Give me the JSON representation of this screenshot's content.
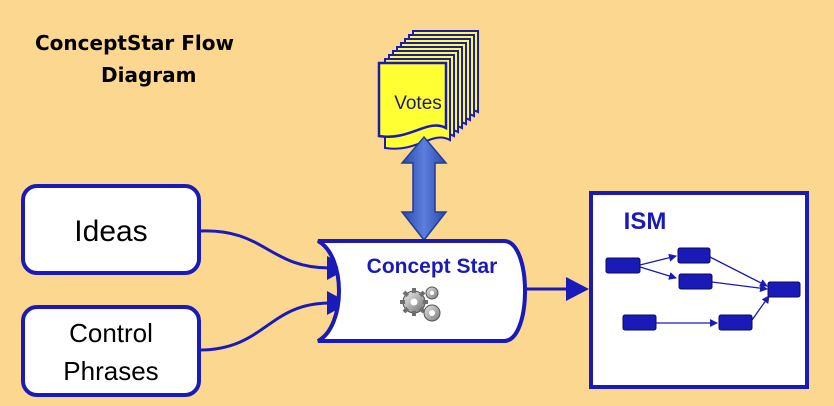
{
  "title": {
    "line1": "ConceptStar Flow",
    "line2": "Diagram"
  },
  "nodes": {
    "ideas": "Ideas",
    "control_phrases_line1": "Control",
    "control_phrases_line2": "Phrases",
    "votes": "Votes",
    "concept_star": "Concept Star",
    "ism": "ISM"
  },
  "icons": {
    "concept_star": "gears-icon"
  },
  "colors": {
    "background": "#FBD78F",
    "node_border": "#1A1AB8",
    "node_fill": "#FFFFFF",
    "votes_fill": "#FFFF33",
    "arrow_fill": "#3E5FC4",
    "ism_node_fill": "#1A1AB8"
  }
}
